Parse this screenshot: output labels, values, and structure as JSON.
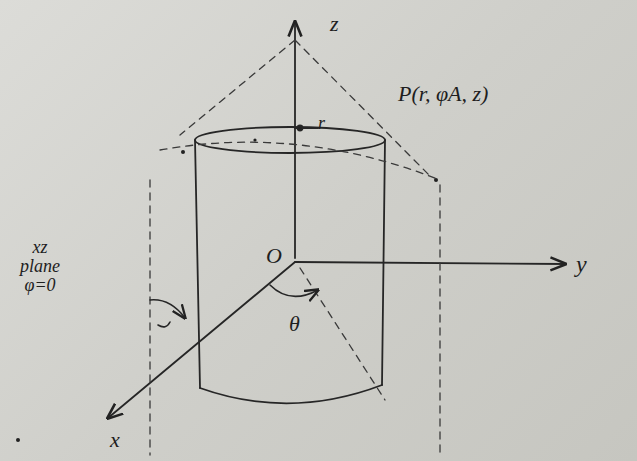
{
  "diagram": {
    "labels": [
      "z",
      "r",
      "P(r, φA, z)",
      "y",
      "O",
      "xz plane φ=0",
      "θ",
      "x"
    ]
  }
}
